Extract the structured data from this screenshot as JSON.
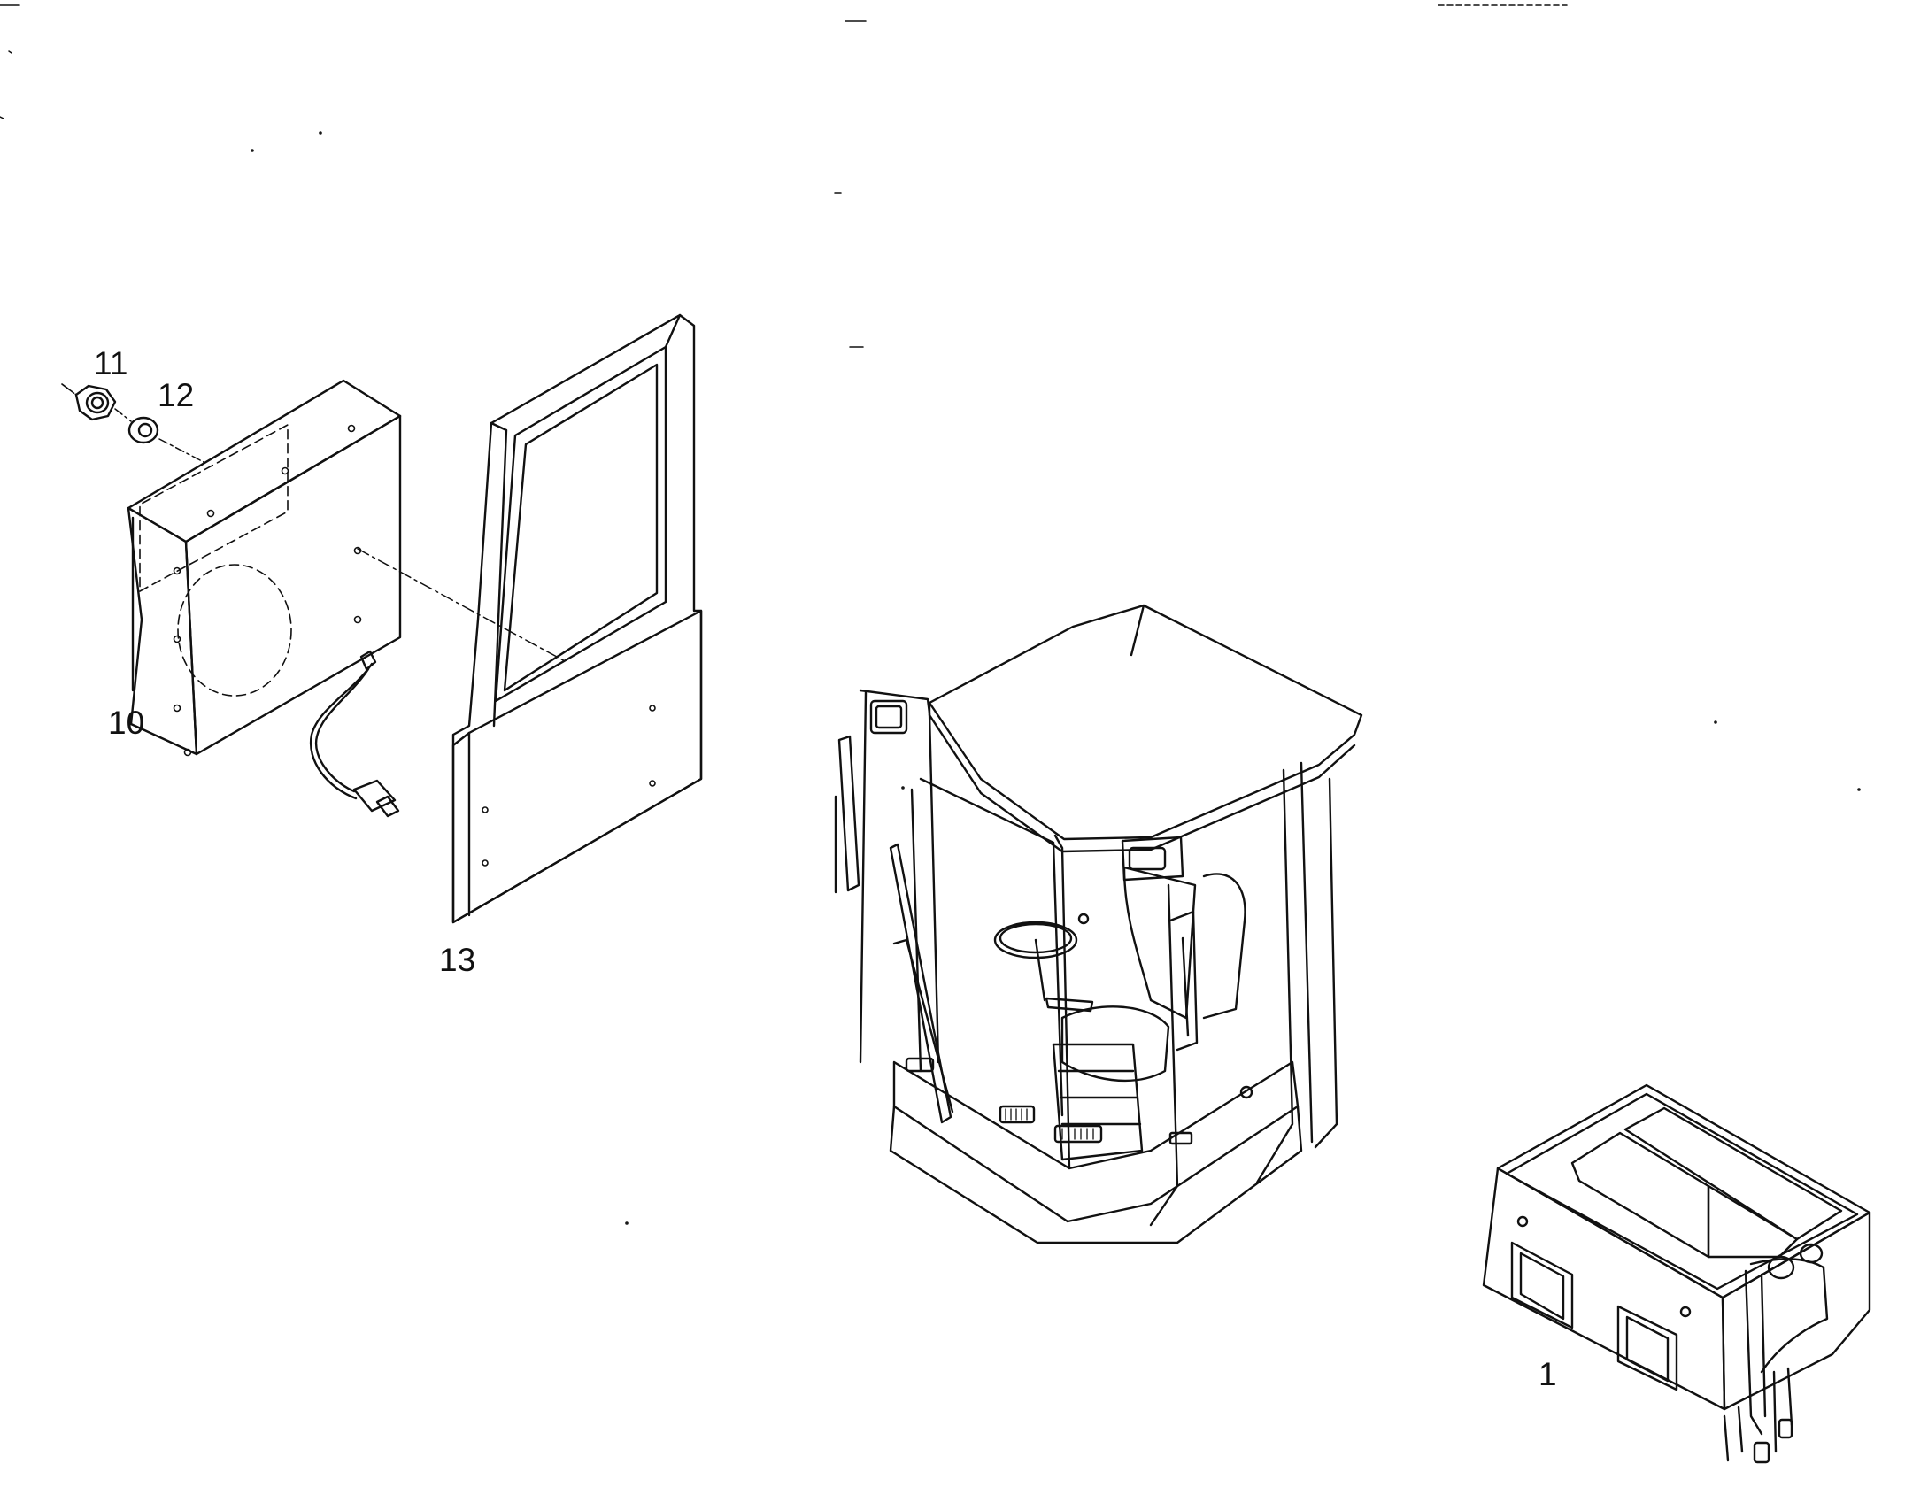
{
  "diagram": {
    "callouts": {
      "part_11": "11",
      "part_12": "12",
      "part_10": "10",
      "part_13": "13",
      "part_1": "1"
    }
  }
}
